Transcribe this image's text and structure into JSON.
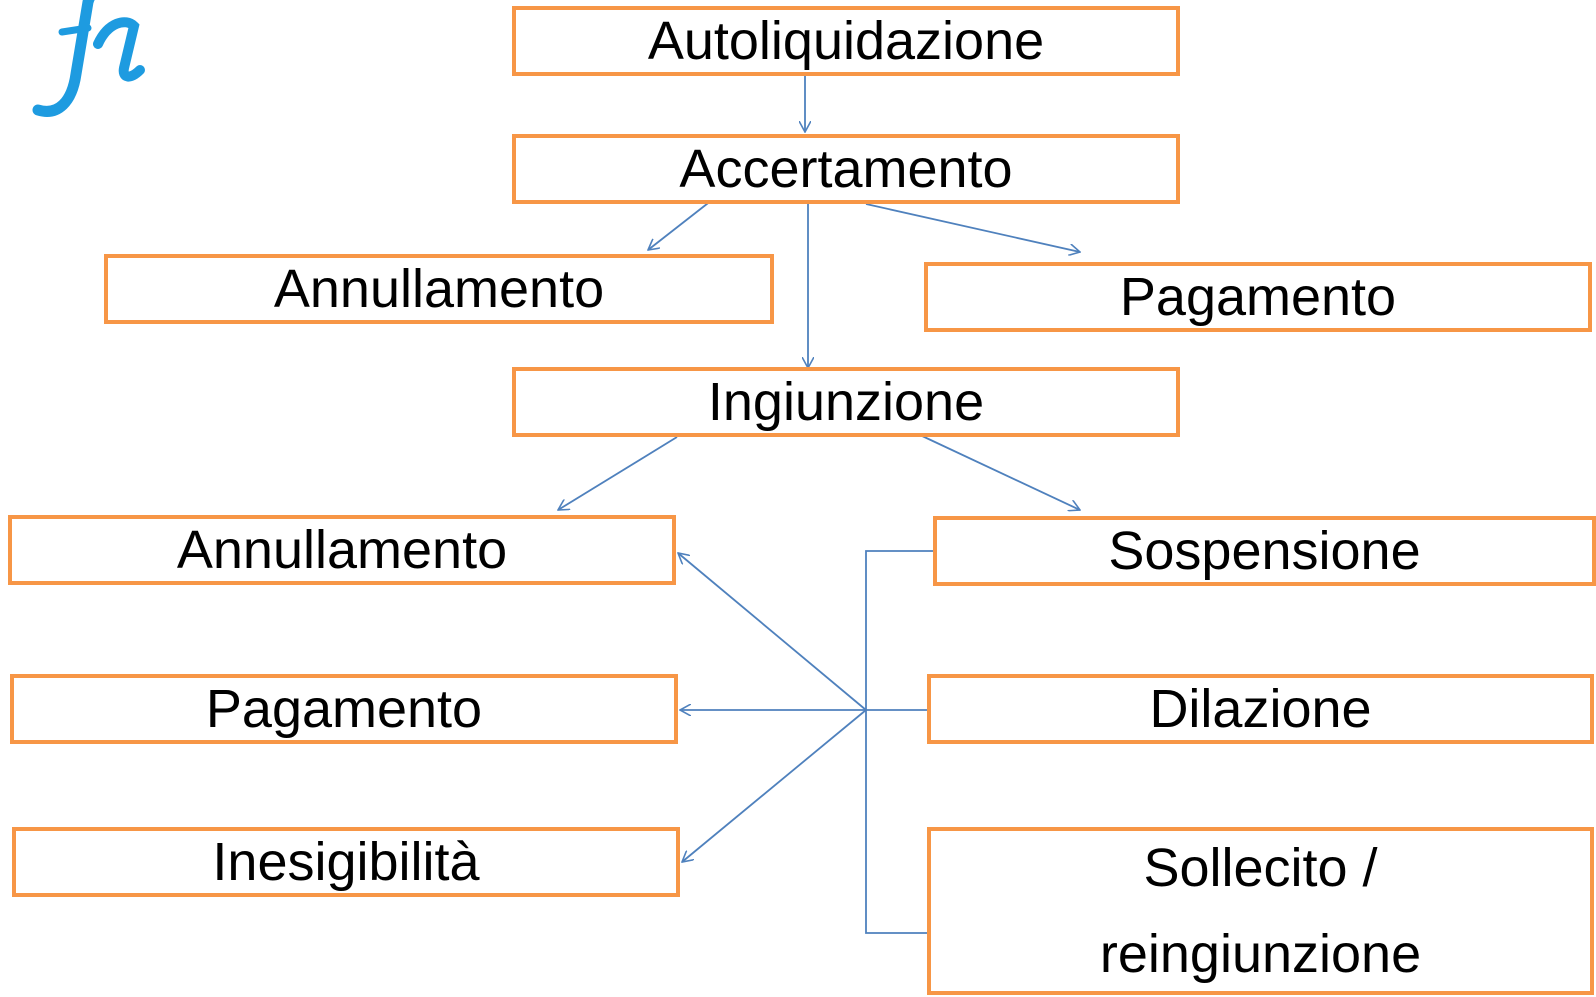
{
  "colors": {
    "box_border": "#F79646",
    "connector": "#4F81BD",
    "logo": "#1E9BE0",
    "text": "#000000"
  },
  "logo": {
    "icon": "stylized-fi-logo"
  },
  "nodes": {
    "autoliquidazione": "Autoliquidazione",
    "accertamento": "Accertamento",
    "annullamento_1": "Annullamento",
    "pagamento_1": "Pagamento",
    "ingiunzione": "Ingiunzione",
    "annullamento_2": "Annullamento",
    "pagamento_2": "Pagamento",
    "inesigibilita": "Inesigibilità",
    "sospensione": "Sospensione",
    "dilazione": "Dilazione",
    "sollecito_line1": "Sollecito /",
    "sollecito_line2": "reingiunzione"
  }
}
